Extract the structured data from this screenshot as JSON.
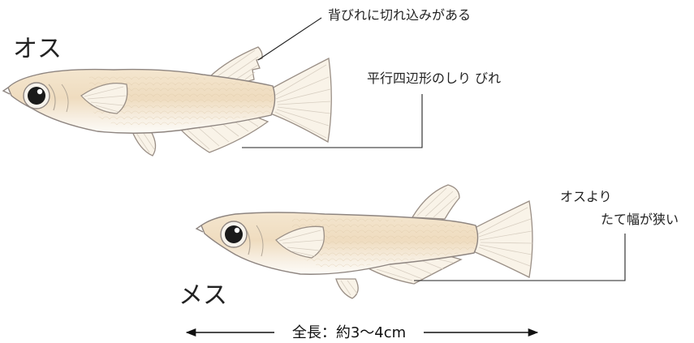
{
  "colors": {
    "body_light": "#fbf7ef",
    "body_mid": "#f1e2c9",
    "body_dark": "#e6cfa9",
    "outline": "#8e8580",
    "eye": "#1a1a1a"
  },
  "labels": {
    "male": "オス",
    "female": "メス",
    "male_dorsal_note": "背びれに切れ込みがある",
    "male_anal_note": "平行四辺形のしり びれ",
    "female_note_line1": "オスより",
    "female_note_line2": "たて幅が狭い",
    "length": "全長：約3〜4cm"
  }
}
